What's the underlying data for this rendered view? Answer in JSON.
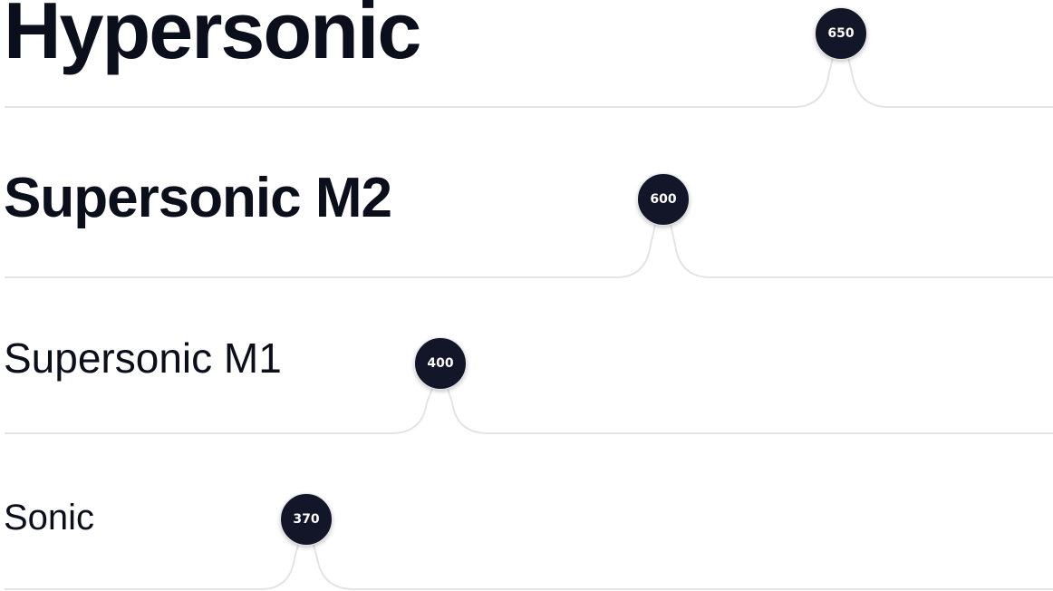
{
  "tiers": [
    {
      "name": "Hypersonic",
      "value": "650"
    },
    {
      "name": "Supersonic M2",
      "value": "600"
    },
    {
      "name": "Supersonic M1",
      "value": "400"
    },
    {
      "name": "Sonic",
      "value": "370"
    }
  ],
  "colors": {
    "text": "#0b0f1c",
    "badge_background": "#121628",
    "badge_text": "#ffffff",
    "divider": "#e3e4e6",
    "background": "#ffffff"
  }
}
